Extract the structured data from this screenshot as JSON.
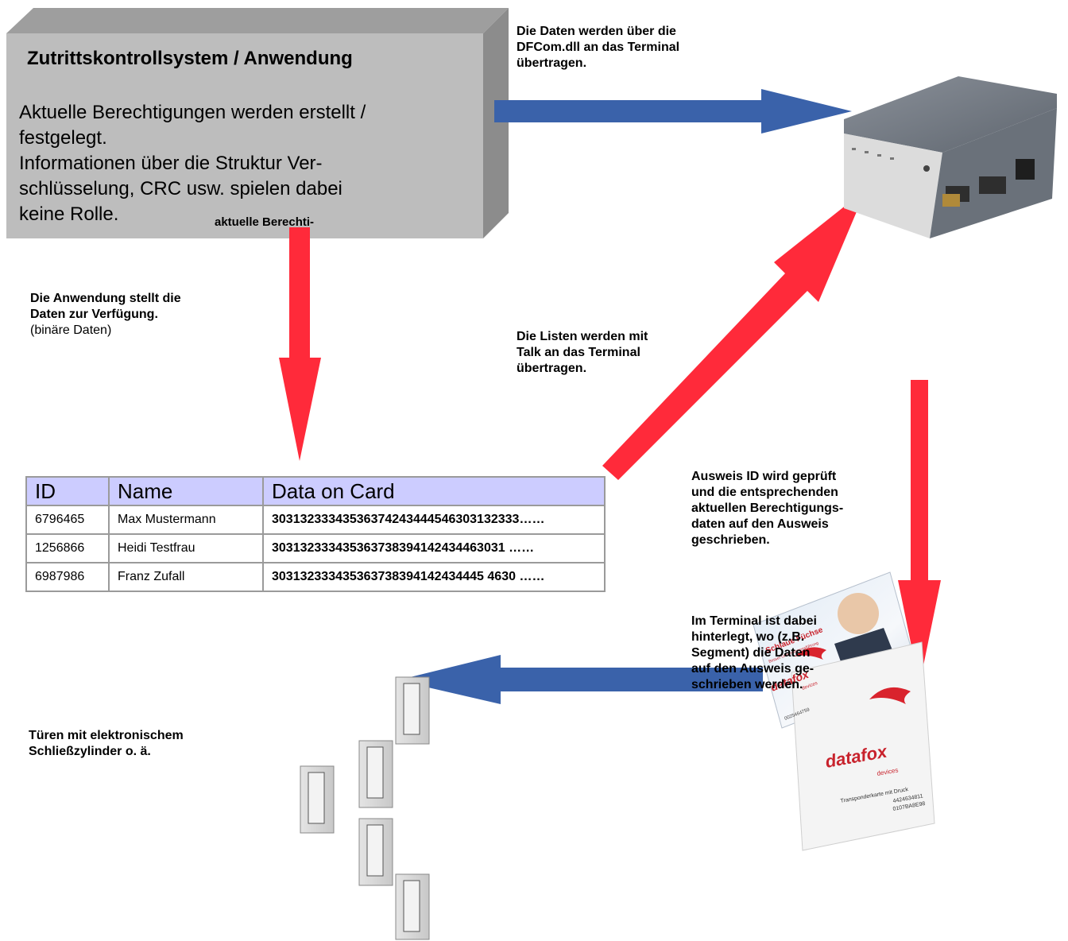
{
  "system_box": {
    "title": "Zutrittskontrollsystem / Anwendung",
    "body_lines": [
      "Aktuelle Berechtigungen werden erstellt /",
      "festgelegt.",
      "Informationen über die Struktur Ver-",
      "schlüsselung, CRC usw. spielen dabei",
      "keine Rolle."
    ],
    "overlap_text": "aktuelle Berechti-"
  },
  "labels": {
    "dfcom": [
      "Die Daten werden über die",
      "DFCom.dll an das Terminal",
      "übertragen."
    ],
    "anwendung_bold": [
      "Die Anwendung stellt die",
      "Daten zur Verfügung."
    ],
    "anwendung_normal": "(binäre Daten)",
    "talk": [
      "Die Listen werden mit",
      "Talk an das Terminal",
      "übertragen."
    ],
    "ausweis": [
      "Ausweis ID wird geprüft",
      "und die entsprechenden",
      "aktuellen Berechtigungs-",
      "daten auf den Ausweis",
      "geschrieben."
    ],
    "terminal": [
      "Im Terminal ist dabei",
      "hinterlegt, wo (z.B.",
      "Segment) die Daten",
      "auf den Ausweis ge-",
      "schrieben werden."
    ],
    "tueren": [
      "Türen mit elektronischem",
      "Schließzylinder o. ä."
    ]
  },
  "table": {
    "headers": [
      "ID",
      "Name",
      "Data on Card"
    ],
    "rows": [
      [
        "6796465",
        "Max Mustermann",
        "30313233343536374243444546303132333……"
      ],
      [
        "1256866",
        "Heidi Testfrau",
        "303132333435363738394142434463031 ……"
      ],
      [
        "6987986",
        "Franz Zufall",
        "303132333435363738394142434445 4630 ……"
      ]
    ]
  },
  "cards": {
    "card1_header": "Schlaue Füchse",
    "card1_sub": "Besser Unternehmensführung",
    "card1_number": "0025464759",
    "card1_brand": "datafox",
    "card1_brand_sub": "devices",
    "card2_brand": "datafox",
    "card2_brand_sub": "devices",
    "card2_caption": "Transponderkarte mit Druck",
    "card2_number1": "4424634811",
    "card2_number2": "0107BA8E98"
  },
  "colors": {
    "blue_arrow": "#3a62aa",
    "red_arrow": "#ff2a3a",
    "box_gray": "#bdbdbd",
    "table_header": "#ccccff"
  }
}
